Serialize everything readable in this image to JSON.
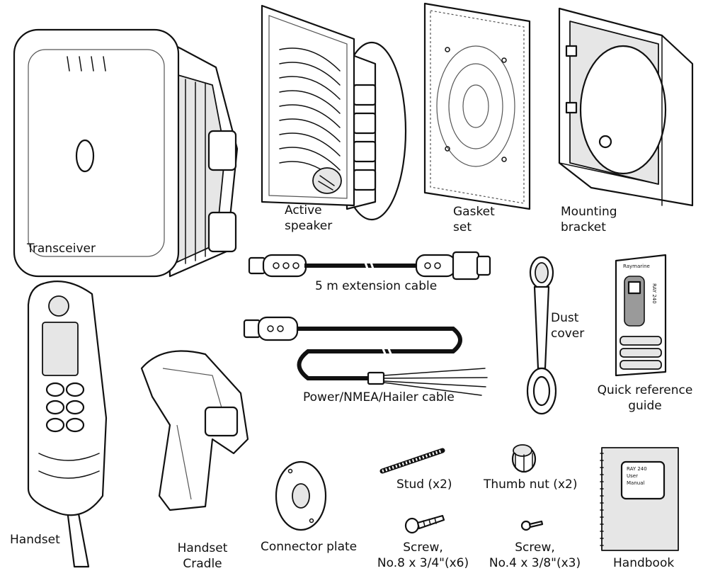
{
  "labels": {
    "transceiver": "Transceiver",
    "active_speaker": [
      "Active",
      "speaker"
    ],
    "gasket_set": [
      "Gasket",
      "set"
    ],
    "mounting_bracket": [
      "Mounting",
      "bracket"
    ],
    "extension_cable": "5 m extension cable",
    "dust_cover": [
      "Dust",
      "cover"
    ],
    "quick_reference_guide": [
      "Quick reference",
      "guide"
    ],
    "power_cable": "Power/NMEA/Hailer cable",
    "handset": "Handset",
    "handset_cradle": [
      "Handset",
      "Cradle"
    ],
    "connector_plate": "Connector plate",
    "stud": "Stud (x2)",
    "thumb_nut": "Thumb nut (x2)",
    "screw_large": [
      "Screw,",
      "No.8 x 3/4\"(x6)"
    ],
    "screw_small": [
      "Screw,",
      "No.4 x 3/8\"(x3)"
    ],
    "handbook": "Handbook"
  },
  "guide_cover": {
    "brand": "Raymarine",
    "model": "RAY 240"
  },
  "handbook_cover": {
    "model": "RAY 240",
    "line1": "User",
    "line2": "Manual"
  }
}
